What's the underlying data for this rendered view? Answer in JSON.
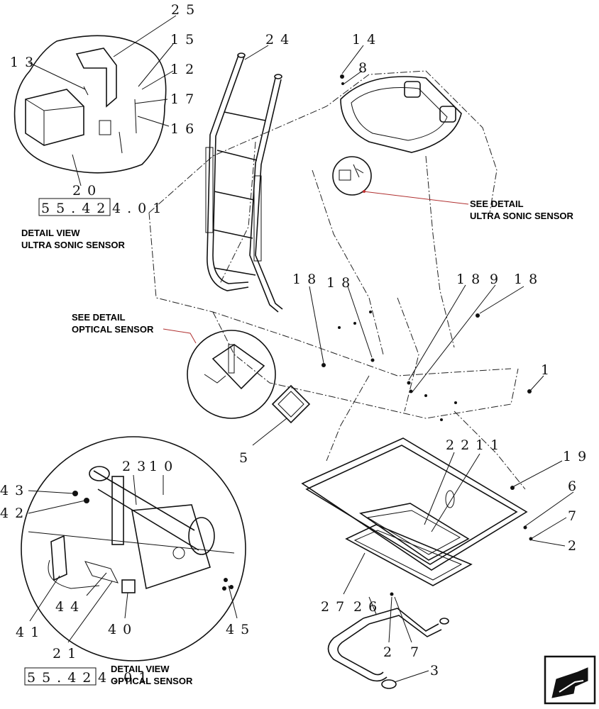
{
  "callouts": {
    "c25": "25",
    "c24": "24",
    "c14": "14",
    "c8": "8",
    "c13": "13",
    "c15": "15",
    "c12": "12",
    "c17": "17",
    "c16": "16",
    "c20": "20",
    "c18a": "18",
    "c18b": "18",
    "c18c": "18",
    "c18d": "18",
    "c9": "9",
    "c1": "1",
    "c5": "5",
    "c22": "22",
    "c11": "11",
    "c19": "19",
    "c6": "6",
    "c7a": "7",
    "c2a": "2",
    "c27": "27",
    "c26": "26",
    "c2b": "2",
    "c7b": "7",
    "c3": "3",
    "c43": "43",
    "c42": "42",
    "c23": "23",
    "c10": "10",
    "c44": "44",
    "c41": "41",
    "c21": "21",
    "c40": "40",
    "c45": "45"
  },
  "refs": {
    "ultrasonic_boxed": "55.42",
    "ultrasonic_suffix": "4.01",
    "optical_boxed": "55.42",
    "optical_suffix": "4.01"
  },
  "notes": {
    "detail_ultrasonic_1": "DETAIL VIEW",
    "detail_ultrasonic_2": "ULTRA SONIC SENSOR",
    "see_ultrasonic_1": "SEE DETAIL",
    "see_ultrasonic_2": "ULTRA SONIC SENSOR",
    "see_optical_1": "SEE DETAIL",
    "see_optical_2": "OPTICAL SENSOR",
    "detail_optical_1": "DETAIL VIEW",
    "detail_optical_2": "OPTICAL SENSOR"
  }
}
